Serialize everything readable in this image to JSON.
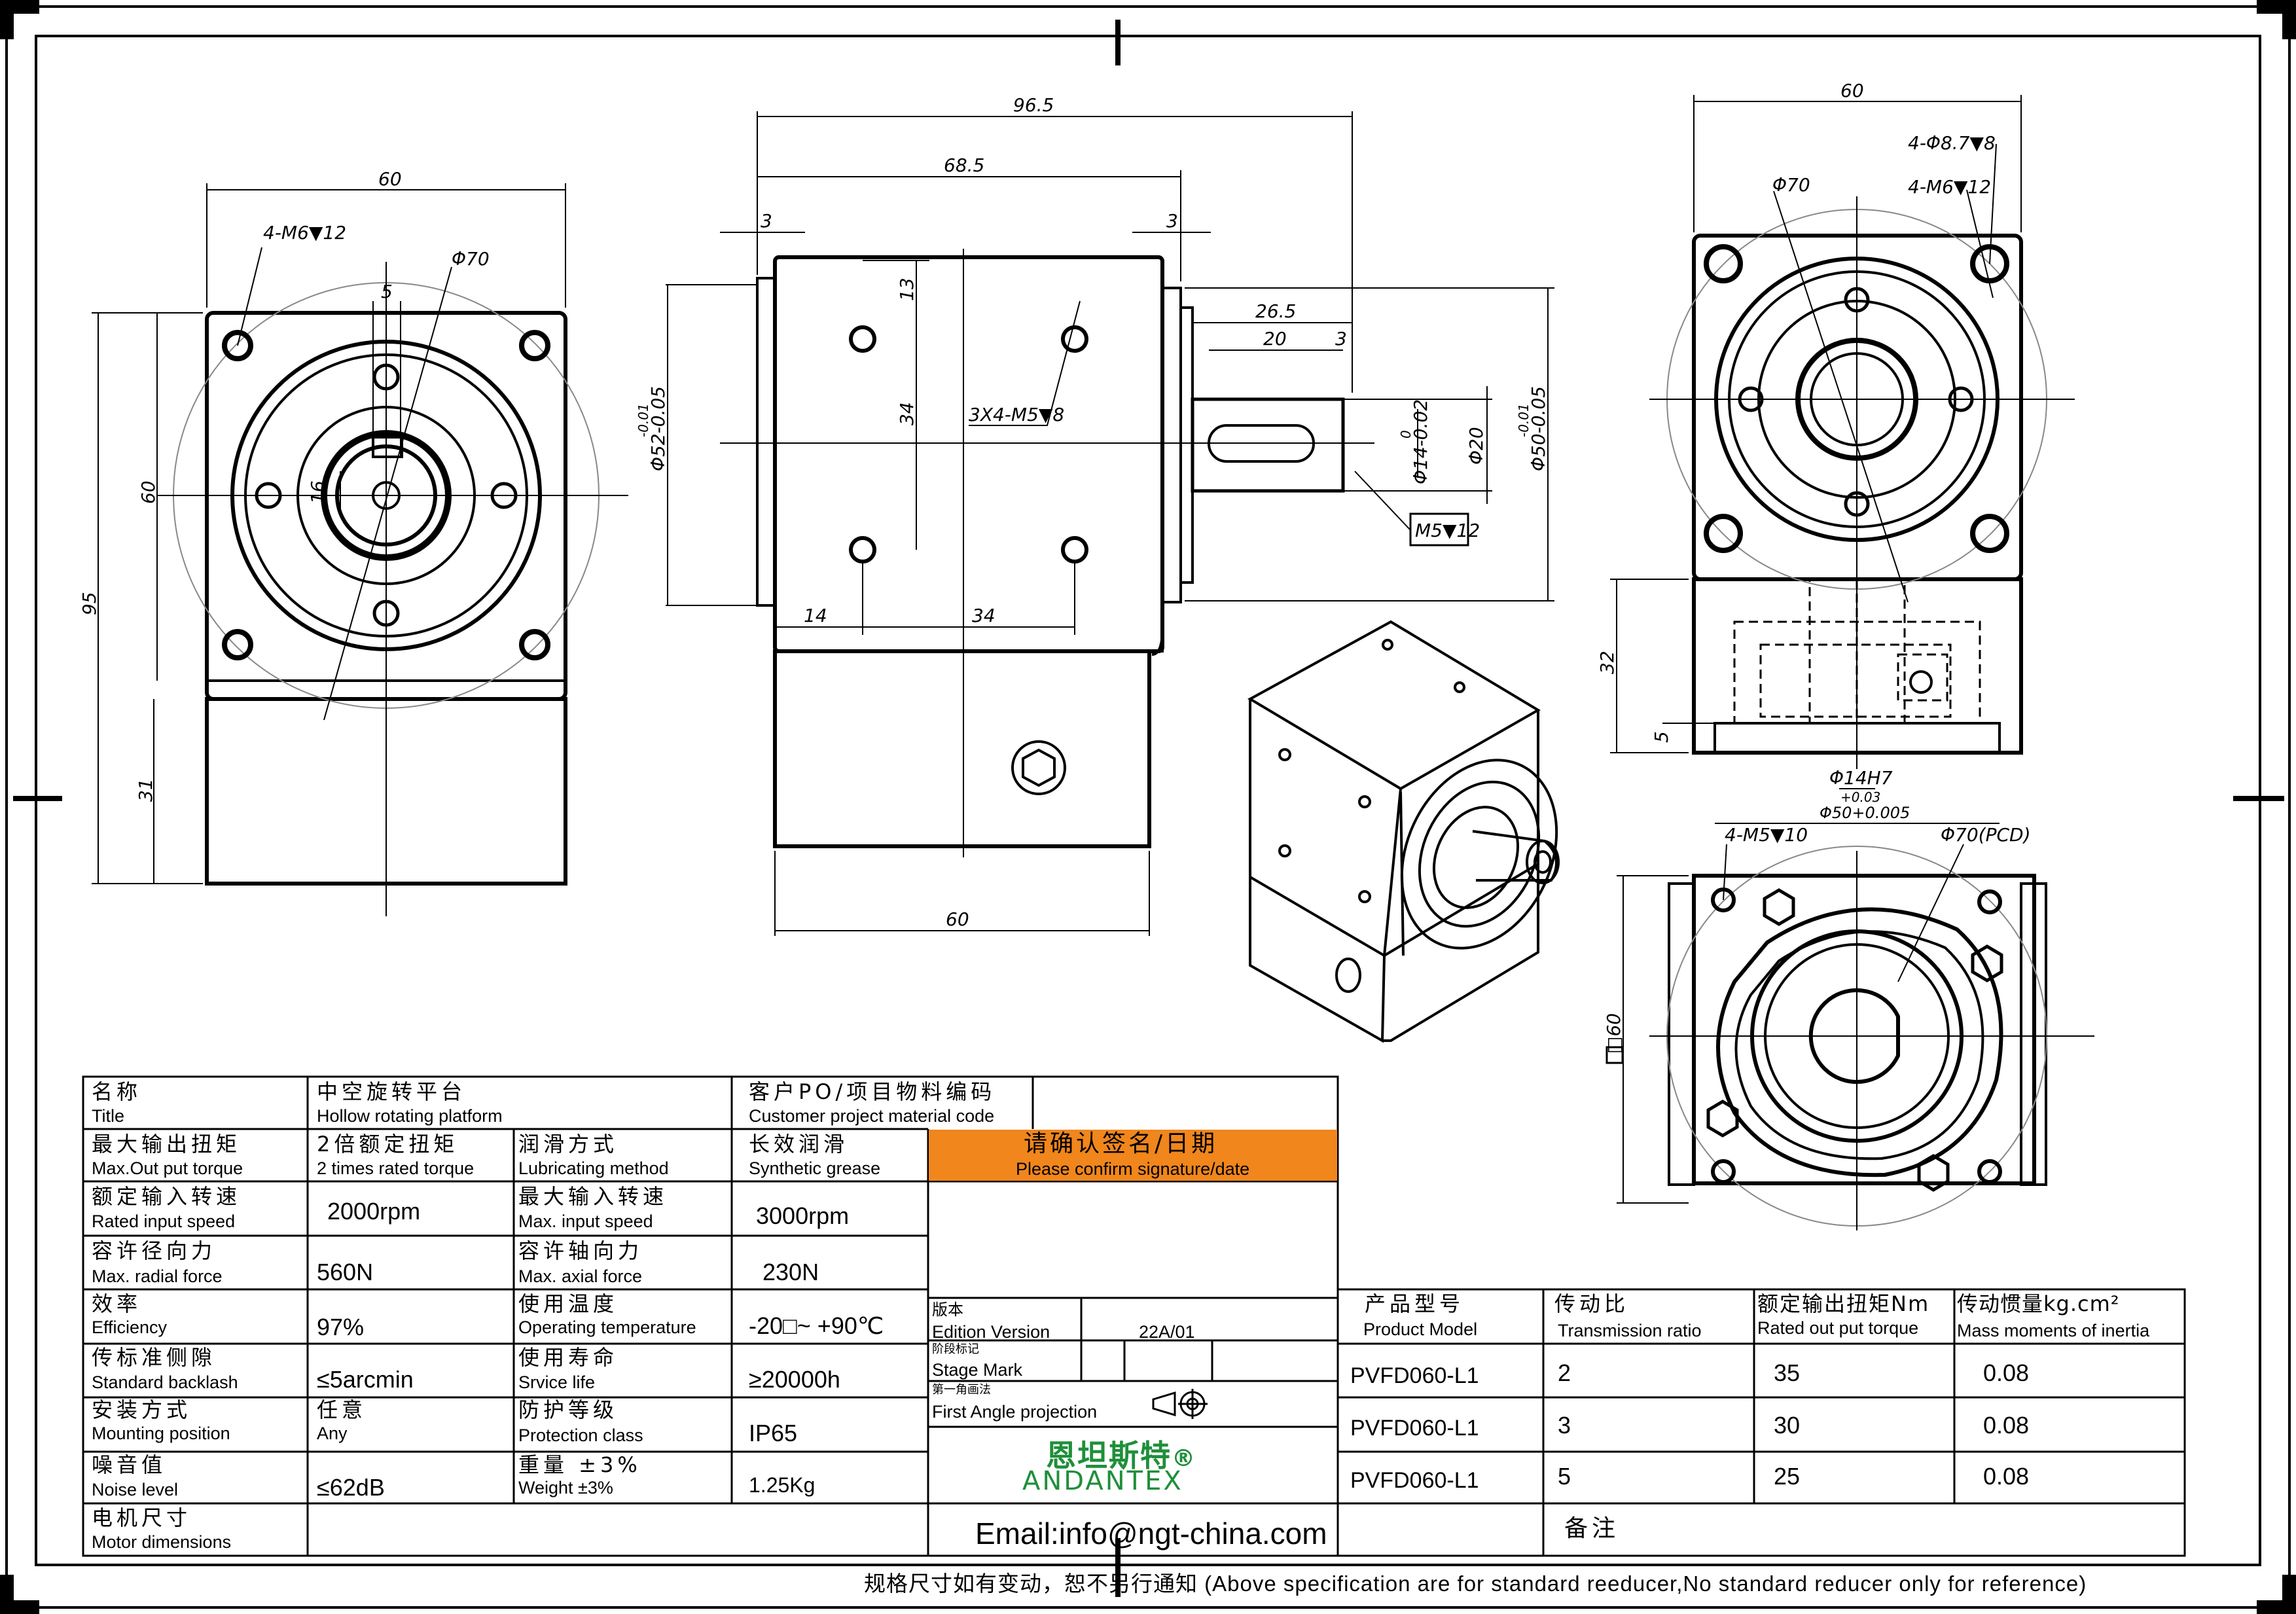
{
  "drawing": {
    "front_view": {
      "width": "60",
      "height": "60",
      "total_height": "95",
      "lower_height": "31",
      "mount_holes": "4-M6▼12",
      "pcd": "Φ70",
      "inner": "16",
      "key": "5"
    },
    "side_view": {
      "overall_length": "96.5",
      "body_length": "68.5",
      "flange_left": "3",
      "flange_right": "3",
      "spigot": "Φ52-0.05",
      "spigot_tol": "-0.01",
      "hole_pitch_v": "34",
      "hole_offset": "13",
      "tapped_holes": "3X4-M5▼8",
      "bottom_offset": "14",
      "hole_pitch_h": "34",
      "base_width": "60",
      "shaft_length": "26.5",
      "key_length": "20",
      "key_offset": "3",
      "shaft_dia": "Φ14-0.02",
      "shaft_tol": "0",
      "shaft_shoulder": "Φ20",
      "out_spigot": "Φ50-0.05",
      "out_spigot_tol": "-0.01",
      "center_thread": "M5▼12"
    },
    "right_top_view": {
      "width": "60",
      "holes_through": "4-Φ8.7▼8",
      "holes_thread": "4-M6▼12",
      "pcd": "Φ70",
      "height": "32",
      "base": "5",
      "bore": "Φ14H7",
      "bore_tol": "+0.03",
      "spigot": "Φ50+0.005"
    },
    "right_bottom_view": {
      "holes": "4-M5▼10",
      "pcd": "Φ70(PCD)",
      "size": "□60"
    }
  },
  "spec_table": {
    "rows": [
      {
        "l_zh": "名称",
        "l_en": "Title",
        "v_zh": "中空旋转平台",
        "v_en": "Hollow rotating platform",
        "r_zh": "客户PO/项目物料编码",
        "r_en": "Customer project material code"
      },
      {
        "l_zh": "最大输出扭矩",
        "l_en": "Max.Out put torque",
        "v_zh": "2倍额定扭矩",
        "v_en": "2 times rated torque",
        "r_zh": "润滑方式",
        "r_en": "Lubricating method",
        "r2_zh": "长效润滑",
        "r2_en": "Synthetic grease"
      },
      {
        "l_zh": "额定输入转速",
        "l_en": "Rated input speed",
        "v": "2000rpm",
        "r_zh": "最大输入转速",
        "r_en": "Max. input speed",
        "r2": "3000rpm"
      },
      {
        "l_zh": "容许径向力",
        "l_en": "Max. radial force",
        "v": "560N",
        "r_zh": "容许轴向力",
        "r_en": "Max. axial force",
        "r2": "230N"
      },
      {
        "l_zh": "效率",
        "l_en": "Efficiency",
        "v": "97%",
        "r_zh": "使用温度",
        "r_en": "Operating temperature",
        "r2": "-20□~ +90℃"
      },
      {
        "l_zh": "传标准侧隙",
        "l_en": "Standard backlash",
        "v": "≤5arcmin",
        "r_zh": "使用寿命",
        "r_en": "Srvice life",
        "r2": "≥20000h"
      },
      {
        "l_zh": "安装方式",
        "l_en": "Mounting position",
        "v_zh": "任意",
        "v_en": "Any",
        "r_zh": "防护等级",
        "r_en": "Protection class",
        "r2": "IP65"
      },
      {
        "l_zh": "噪音值",
        "l_en": "Noise level",
        "v": "≤62dB",
        "r_zh": "重量 ±3%",
        "r_en": "Weight ±3%",
        "r2": "1.25Kg"
      },
      {
        "l_zh": "电机尺寸",
        "l_en": "Motor dimensions"
      }
    ],
    "confirm_zh": "请确认签名/日期",
    "confirm_en": "Please confirm signature/date"
  },
  "title_block": {
    "edition_zh": "版本",
    "edition_en": "Edition Version",
    "edition_value": "22A/01",
    "stage_zh": "阶段标记",
    "stage_en": "Stage Mark",
    "projection_zh": "第一角画法",
    "projection_en": "First Angle projection",
    "brand_zh": "恩坦斯特",
    "brand_reg": "®",
    "brand_en": "ANDANTEX",
    "email": "Email:info@ngt-china.com",
    "remark": "备注"
  },
  "model_table": {
    "headers": [
      {
        "zh": "产品型号",
        "en": "Product Model"
      },
      {
        "zh": "传动比",
        "en": "Transmission ratio"
      },
      {
        "zh": "额定输出扭矩Nm",
        "en": "Rated out put torque"
      },
      {
        "zh": "传动惯量kg.cm²",
        "en": "Mass moments of inertia"
      }
    ],
    "rows": [
      {
        "model": "PVFD060-L1",
        "ratio": "2",
        "torque": "35",
        "inertia": "0.08"
      },
      {
        "model": "PVFD060-L1",
        "ratio": "3",
        "torque": "30",
        "inertia": "0.08"
      },
      {
        "model": "PVFD060-L1",
        "ratio": "5",
        "torque": "25",
        "inertia": "0.08"
      }
    ]
  },
  "footer_note": "规格尺寸如有变动，恕不另行通知   (Above specification are for standard reeducer,No standard reducer only for reference)"
}
